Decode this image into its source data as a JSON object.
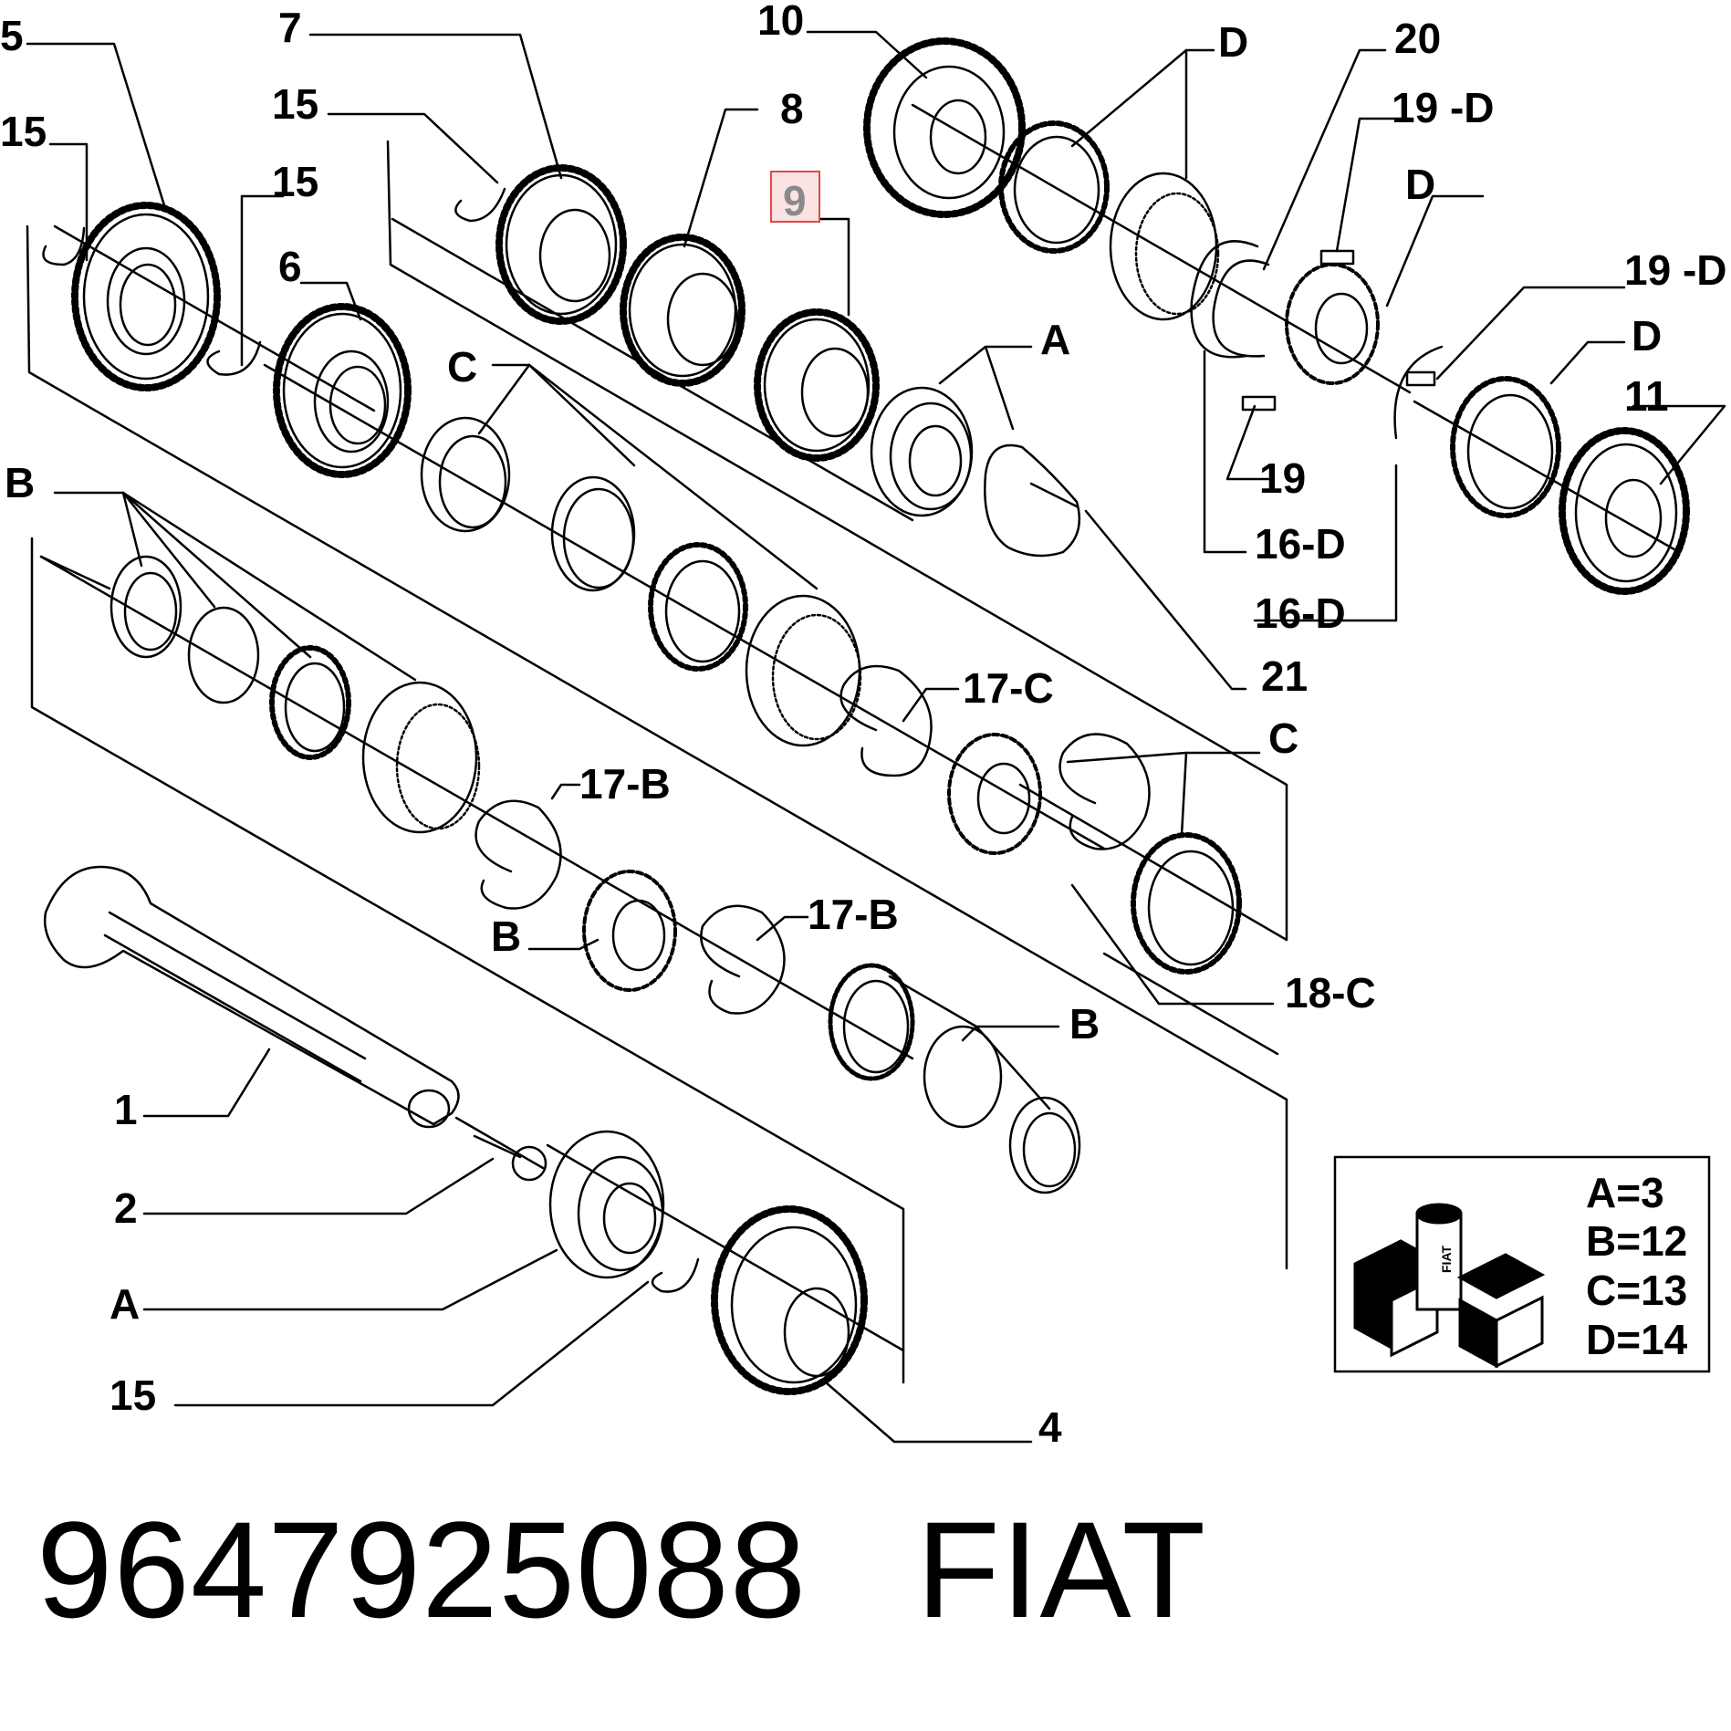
{
  "diagram": {
    "labels": {
      "n1": "1",
      "n2": "2",
      "n4": "4",
      "n5": "5",
      "n6": "6",
      "n7": "7",
      "n8": "8",
      "n9": "9",
      "n10": "10",
      "n11": "11",
      "n15a": "15",
      "n15b": "15",
      "n15c": "15",
      "n15d": "15",
      "n16d_a": "16-D",
      "n16d_b": "16-D",
      "n17c": "17-C",
      "n17b_a": "17-B",
      "n17b_b": "17-B",
      "n18c": "18-C",
      "n19": "19",
      "n19d_a": "19 -D",
      "n19d_b": "19 -D",
      "n20": "20",
      "n21": "21",
      "A_a": "A",
      "A_b": "A",
      "B_a": "B",
      "B_b": "B",
      "B_c": "B",
      "C_a": "C",
      "C_b": "C",
      "D_a": "D",
      "D_b": "D",
      "D_c": "D"
    },
    "highlighted_part": "9",
    "highlight_color": "#e04848"
  },
  "legend": {
    "lines": [
      "A=3",
      "B=12",
      "C=13",
      "D=14"
    ],
    "logo_text": "FIAT"
  },
  "footer": {
    "part_number": "9647925088",
    "brand": "FIAT"
  }
}
